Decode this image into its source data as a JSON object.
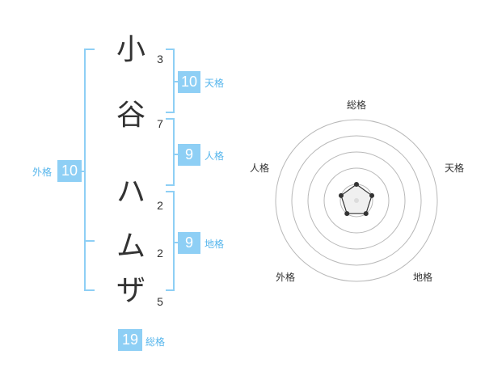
{
  "name": {
    "chars": [
      {
        "char": "小",
        "strokes": "3"
      },
      {
        "char": "谷",
        "strokes": "7"
      },
      {
        "char": "ハ",
        "strokes": "2"
      },
      {
        "char": "ム",
        "strokes": "2"
      },
      {
        "char": "ザ",
        "strokes": "5"
      }
    ]
  },
  "fortune": {
    "tenkaku": {
      "value": "10",
      "label": "天格"
    },
    "jinkaku": {
      "value": "9",
      "label": "人格"
    },
    "chikaku": {
      "value": "9",
      "label": "地格"
    },
    "gaikaku": {
      "value": "10",
      "label": "外格"
    },
    "soukaku": {
      "value": "19",
      "label": "総格"
    }
  },
  "radar": {
    "axes": [
      "総格",
      "天格",
      "地格",
      "外格",
      "人格"
    ],
    "levels": 4,
    "values": [
      1,
      1,
      1,
      1,
      1
    ],
    "colors": {
      "grid": "#b8b8b8",
      "line": "#333333",
      "fill": "#e6e6e6",
      "center": "#cccccc"
    }
  },
  "colors": {
    "accent": "#8ecff5",
    "accent_text": "#57b6ec"
  }
}
